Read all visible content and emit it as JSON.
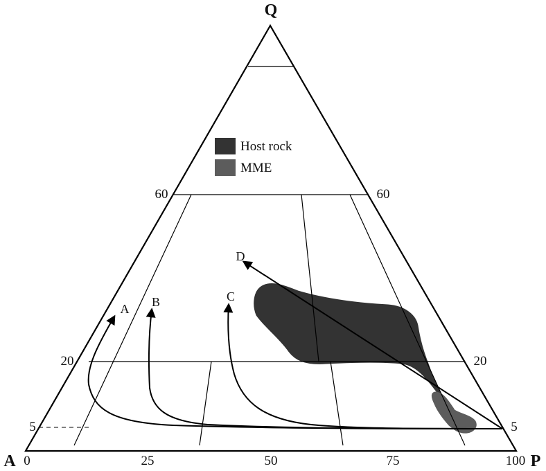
{
  "apices": {
    "top": "Q",
    "left": "A",
    "right": "P"
  },
  "tick_labels": {
    "left_60": "60",
    "right_60": "60",
    "left_20": "20",
    "right_20": "20",
    "left_5": "5",
    "right_5": "5",
    "bottom_0": "0",
    "bottom_25": "25",
    "bottom_50": "50",
    "bottom_75": "75",
    "bottom_100": "100"
  },
  "legend": [
    {
      "label": "Host rock",
      "color": "#333333"
    },
    {
      "label": "MME",
      "color": "#5c5c5c"
    }
  ],
  "trend_labels": {
    "a": "A",
    "b": "B",
    "c": "C",
    "d": "D"
  },
  "colors": {
    "host_rock": "#333333",
    "mme": "#5c5c5c",
    "lines": "#000000"
  }
}
